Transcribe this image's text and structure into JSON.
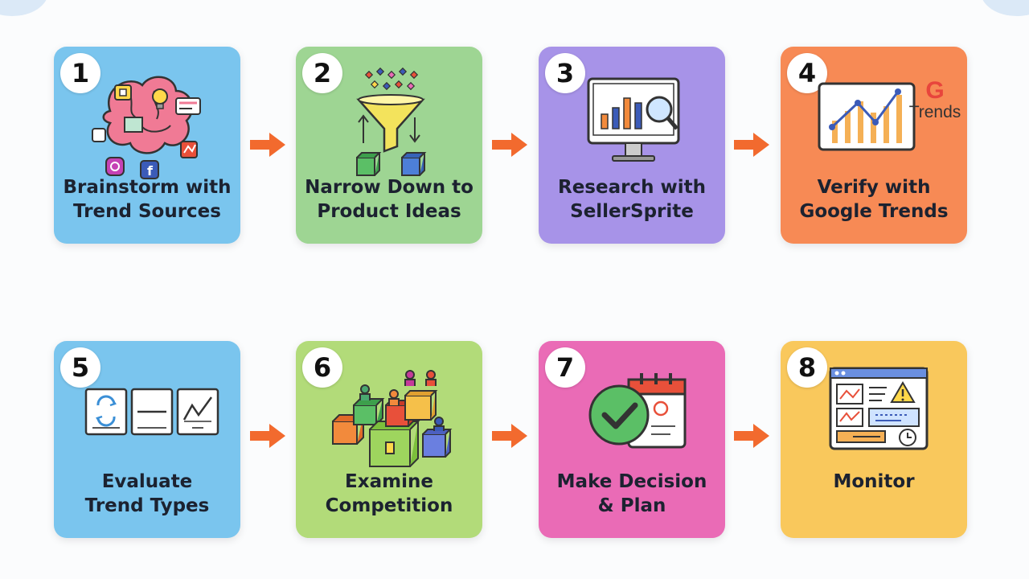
{
  "steps": [
    {
      "number": "1",
      "line1": "Brainstorm with",
      "line2": "Trend Sources",
      "color": "#7ac5ee"
    },
    {
      "number": "2",
      "line1": "Narrow Down to",
      "line2": "Product Ideas",
      "color": "#9ed593"
    },
    {
      "number": "3",
      "line1": "Research with",
      "line2": "SellerSprite",
      "color": "#a793e8"
    },
    {
      "number": "4",
      "line1": "Verify with",
      "line2": "Google Trends",
      "color": "#f78a55"
    },
    {
      "number": "5",
      "line1": "Evaluate",
      "line2": "Trend Types",
      "color": "#7ac5ee"
    },
    {
      "number": "6",
      "line1": "Examine",
      "line2": "Competition",
      "color": "#b2db79"
    },
    {
      "number": "7",
      "line1": "Make Decision",
      "line2": "& Plan",
      "color": "#ea6bb6"
    },
    {
      "number": "8",
      "line1": "Monitor",
      "line2": "",
      "color": "#f9c85c"
    }
  ],
  "google_trends_logo": {
    "letter": "G",
    "word": "Trends"
  },
  "icons": [
    "brain-icon",
    "funnel-icon",
    "monitor-search-icon",
    "trend-chart-icon",
    "trend-type-cards-icon",
    "competition-blocks-icon",
    "decision-calendar-icon",
    "dashboard-icon"
  ],
  "arrow_color": "#f26a2e"
}
